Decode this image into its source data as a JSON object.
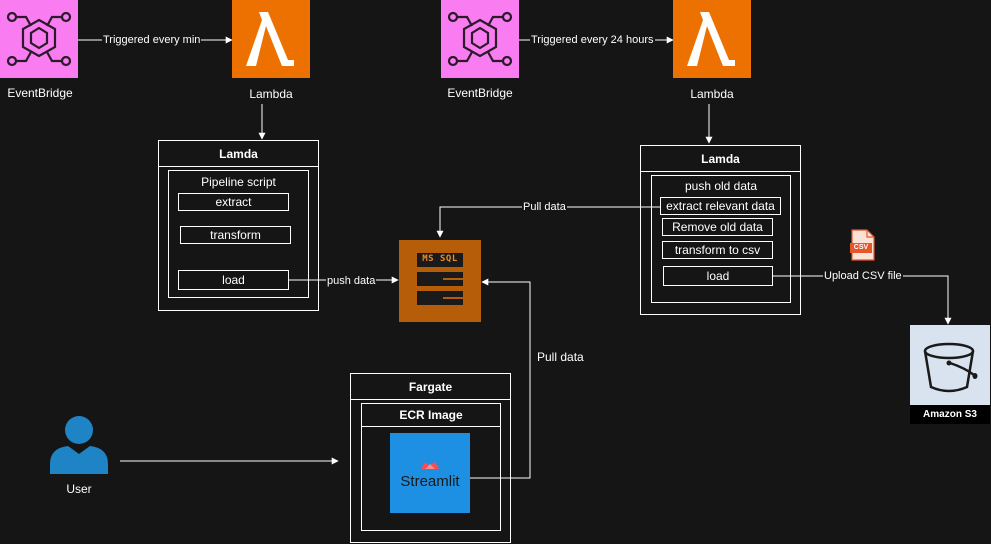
{
  "colors": {
    "background": "#151515",
    "eventbridge": "#f97cf0",
    "lambda": "#ed7100",
    "mssql": "#b65d0a",
    "s3": "#d9e3ef",
    "streamlit": "#1e90e3",
    "csv_icon": "#e4562c",
    "user": "#1f84c6",
    "line": "#ffffff"
  },
  "nodes": {
    "eventbridge_left": {
      "label": "EventBridge",
      "icon": "eventbridge-icon"
    },
    "lambda_left": {
      "label": "Lambda",
      "icon": "lambda-icon"
    },
    "eventbridge_right": {
      "label": "EventBridge",
      "icon": "eventbridge-icon"
    },
    "lambda_right": {
      "label": "Lambda",
      "icon": "lambda-icon"
    },
    "mssql": {
      "label": "MS SQL",
      "icon": "database-icon"
    },
    "csv": {
      "label": "CSV",
      "icon": "csv-file-icon"
    },
    "s3": {
      "label": "Amazon S3",
      "icon": "bucket-icon"
    },
    "user": {
      "label": "User",
      "icon": "user-icon"
    },
    "streamlit": {
      "label": "Streamlit",
      "icon": "streamlit-icon"
    }
  },
  "containers": {
    "lamda_left": {
      "title": "Lamda",
      "inner_title": "Pipeline script",
      "steps": [
        "extract",
        "transform",
        "load"
      ]
    },
    "lamda_right": {
      "title": "Lamda",
      "inner_title": "push old data",
      "steps": [
        "extract relevant data",
        "Remove old data",
        "transform to csv",
        "load"
      ]
    },
    "fargate": {
      "title": "Fargate",
      "inner_title": "ECR Image"
    }
  },
  "edges": {
    "trigger_min": "Triggered every min",
    "trigger_24h": "Triggered every 24 hours",
    "push_data": "push data",
    "pull_data_top": "Pull data",
    "upload_csv": "Upload CSV file",
    "pull_data_right": "Pull data"
  }
}
